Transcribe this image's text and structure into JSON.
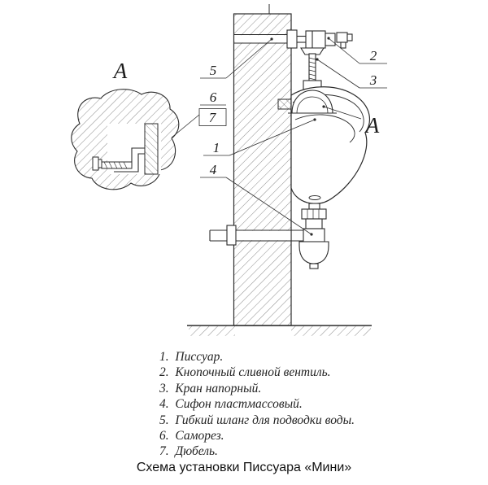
{
  "title": "Схема установки Писсуара «Мини»",
  "detail_view": {
    "label_left": "A",
    "label_right": "A"
  },
  "callouts": {
    "n1": "1",
    "n2": "2",
    "n3": "3",
    "n4": "4",
    "n5": "5",
    "n6": "6",
    "n7": "7"
  },
  "legend": {
    "items": [
      "1.  Писсуар.",
      "2.  Кнопочный сливной вентиль.",
      "3.  Кран напорный.",
      "4.  Сифон пластмассовый.",
      "5.  Гибкий шланг для подводки воды.",
      "6.  Саморез.",
      "7.  Дюбель."
    ]
  },
  "colors": {
    "line": "#2b2b2b",
    "hatch": "#5a5a5a"
  }
}
